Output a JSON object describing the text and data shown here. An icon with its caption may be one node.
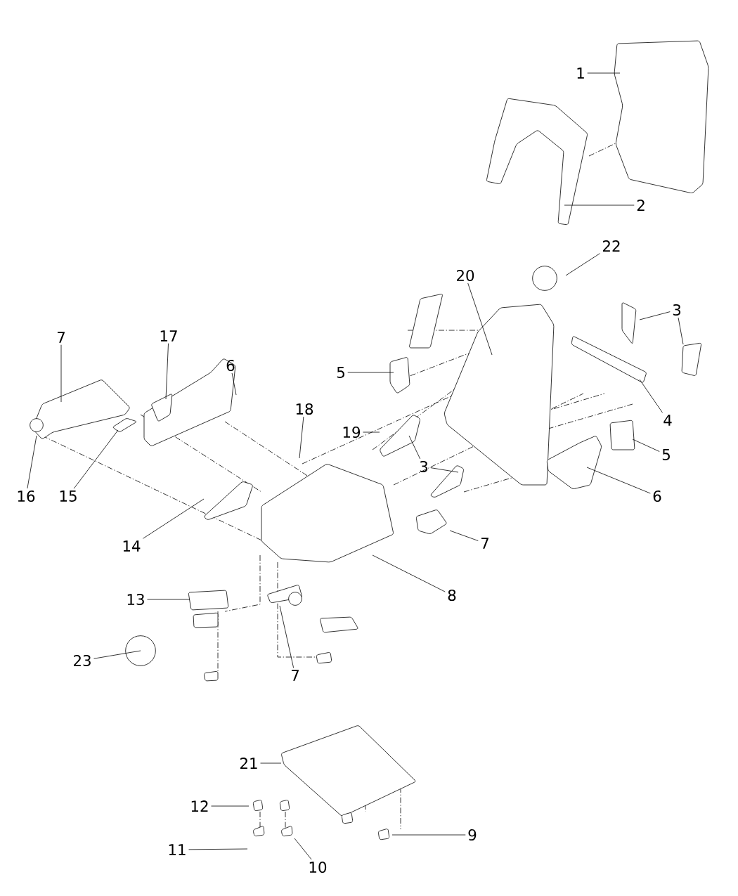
{
  "diagram": {
    "nodes": [
      {
        "text": [
          "1"
        ]
      },
      {
        "text": [
          "2"
        ]
      },
      {
        "text": [
          "22"
        ]
      },
      {
        "text": [
          "20"
        ]
      },
      {
        "text": [
          "3"
        ]
      },
      {
        "text": [
          "7"
        ]
      },
      {
        "text": [
          "17"
        ]
      },
      {
        "text": [
          "6"
        ]
      },
      {
        "text": [
          "5"
        ]
      },
      {
        "text": [
          "18"
        ]
      },
      {
        "text": [
          "4"
        ]
      },
      {
        "text": [
          "19"
        ]
      },
      {
        "text": [
          "5"
        ]
      },
      {
        "text": [
          "3"
        ]
      },
      {
        "text": [
          "6"
        ]
      },
      {
        "text": [
          "16"
        ]
      },
      {
        "text": [
          "15"
        ]
      },
      {
        "text": [
          "7"
        ]
      },
      {
        "text": [
          "14"
        ]
      },
      {
        "text": [
          "8"
        ]
      },
      {
        "text": [
          "13"
        ]
      },
      {
        "text": [
          "23"
        ]
      },
      {
        "text": [
          "7"
        ]
      },
      {
        "text": [
          "21"
        ]
      },
      {
        "text": [
          "12"
        ]
      },
      {
        "text": [
          "9"
        ]
      },
      {
        "text": [
          "11"
        ]
      },
      {
        "text": [
          "10"
        ]
      }
    ],
    "edges": [
      {
        "from": 0,
        "to": null,
        "arrow": "none"
      },
      {
        "from": 1,
        "to": null,
        "arrow": "none"
      },
      {
        "from": 2,
        "to": null,
        "arrow": "none"
      },
      {
        "from": 3,
        "to": null,
        "arrow": "none"
      },
      {
        "from": 4,
        "to": null,
        "arrow": "none"
      },
      {
        "from": 4,
        "to": null,
        "arrow": "none"
      },
      {
        "from": 5,
        "to": null,
        "arrow": "none"
      },
      {
        "from": 6,
        "to": null,
        "arrow": "none"
      },
      {
        "from": 7,
        "to": null,
        "arrow": "none"
      },
      {
        "from": 8,
        "to": null,
        "arrow": "none"
      },
      {
        "from": 9,
        "to": null,
        "arrow": "none"
      },
      {
        "from": 10,
        "to": null,
        "arrow": "none"
      },
      {
        "from": 11,
        "to": null,
        "arrow": "none"
      },
      {
        "from": 12,
        "to": null,
        "arrow": "none"
      },
      {
        "from": 13,
        "to": null,
        "arrow": "none"
      },
      {
        "from": 13,
        "to": null,
        "arrow": "none"
      },
      {
        "from": 14,
        "to": null,
        "arrow": "none"
      },
      {
        "from": 15,
        "to": null,
        "arrow": "none"
      },
      {
        "from": 16,
        "to": null,
        "arrow": "none"
      },
      {
        "from": 17,
        "to": null,
        "arrow": "none"
      },
      {
        "from": 18,
        "to": null,
        "arrow": "none"
      },
      {
        "from": 19,
        "to": null,
        "arrow": "none"
      },
      {
        "from": 20,
        "to": null,
        "arrow": "none"
      },
      {
        "from": 21,
        "to": null,
        "arrow": "none"
      },
      {
        "from": 22,
        "to": null,
        "arrow": "none"
      },
      {
        "from": 23,
        "to": null,
        "arrow": "none"
      },
      {
        "from": 24,
        "to": null,
        "arrow": "none"
      },
      {
        "from": 25,
        "to": null,
        "arrow": "none"
      },
      {
        "from": 26,
        "to": null,
        "arrow": "none"
      },
      {
        "from": 27,
        "to": null,
        "arrow": "none"
      }
    ]
  }
}
